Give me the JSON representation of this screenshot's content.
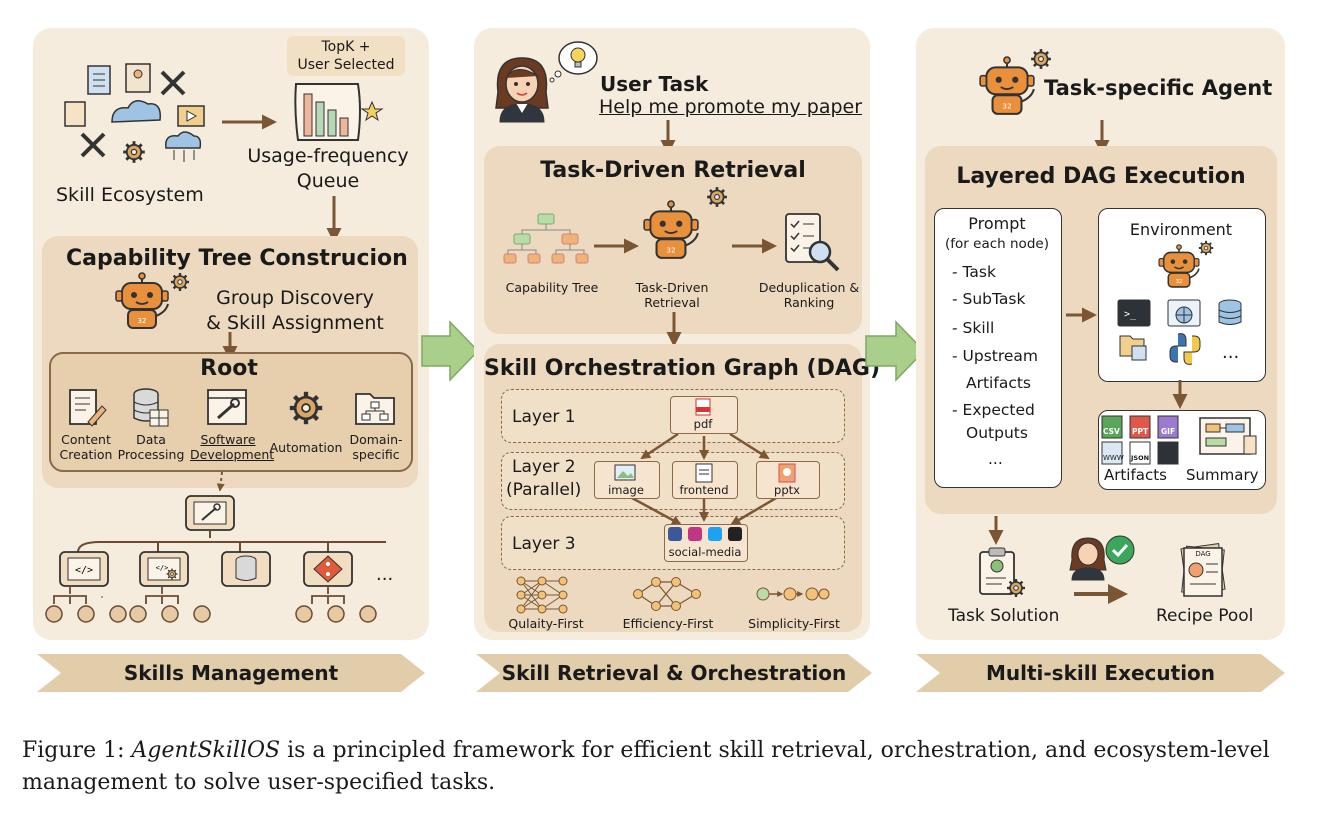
{
  "panel1": {
    "topk_label_line1": "TopK +",
    "topk_label_line2": "User Selected",
    "ecosystem_label": "Skill Ecosystem",
    "queue_label_line1": "Usage-frequency",
    "queue_label_line2": "Queue",
    "tree_title": "Capability Tree Construcion",
    "group_line1": "Group Discovery",
    "group_line2": "& Skill Assignment",
    "root_title": "Root",
    "categories": [
      {
        "line1": "Content",
        "line2": "Creation"
      },
      {
        "line1": "Data",
        "line2": "Processing"
      },
      {
        "line1": "Software",
        "line2": "Development"
      },
      {
        "line1": "Automation",
        "line2": ""
      },
      {
        "line1": "Domain-",
        "line2": "specific"
      }
    ],
    "ellipsis": "...",
    "banner": "Skills Management"
  },
  "panel2": {
    "user_task_title": "User Task",
    "user_task_text": "Help me promote my paper",
    "retrieval_title": "Task-Driven Retrieval",
    "cap_tree_label": "Capability Tree",
    "retrieval_label_line1": "Task-Driven",
    "retrieval_label_line2": "Retrieval",
    "dedup_line1": "Deduplication &",
    "dedup_line2": "Ranking",
    "dag_title": "Skill Orchestration Graph (DAG)",
    "layer1": "Layer 1",
    "layer2_line1": "Layer 2",
    "layer2_line2": "(Parallel)",
    "layer3": "Layer 3",
    "nodes": {
      "pdf": "pdf",
      "image": "image",
      "frontend": "frontend",
      "pptx": "pptx",
      "social": "social-media"
    },
    "strategies": [
      "Qulaity-First",
      "Efficiency-First",
      "Simplicity-First"
    ],
    "banner": "Skill Retrieval & Orchestration"
  },
  "panel3": {
    "agent_title": "Task-specific Agent",
    "exec_title": "Layered DAG Execution",
    "prompt_title": "Prompt",
    "prompt_sub": "(for each node)",
    "prompt_items": [
      "- Task",
      "- SubTask",
      "- Skill",
      "- Upstream",
      "Artifacts",
      "- Expected",
      "Outputs",
      "..."
    ],
    "env_title": "Environment",
    "env_ellipsis": "...",
    "artifacts_label": "Artifacts",
    "summary_label": "Summary",
    "file_tags": [
      "CSV",
      "PPT",
      "GIF",
      "WWW",
      "JSON"
    ],
    "task_solution": "Task Solution",
    "recipe_pool": "Recipe Pool",
    "dag_tag": "DAG",
    "banner": "Multi-skill Execution"
  },
  "caption": {
    "prefix": "Figure 1: ",
    "name": "AgentSkillOS",
    "rest": " is a principled framework for efficient skill retrieval, orchestration, and ecosystem-level management to solve user-specified tasks."
  },
  "colors": {
    "panel": "#f6ecdd",
    "sub": "#ecd9bf",
    "arrow": "#7a5634",
    "green_arrow": "#a9cf8a",
    "robot": "#e8903c"
  }
}
